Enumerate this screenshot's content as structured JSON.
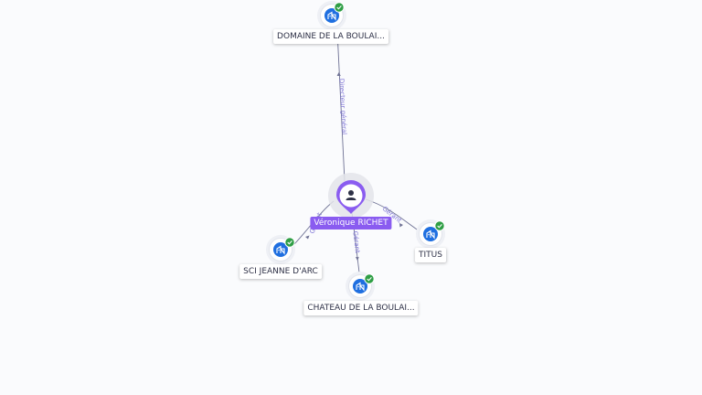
{
  "colors": {
    "edge": "#6e7194",
    "edge_label": "#7d73d6",
    "company_icon": "#1f6fe0",
    "check_badge": "#2e9e45",
    "person_accent": "#8a5cf0",
    "node_bg": "#ffffff"
  },
  "icons": {
    "company": "building-icon",
    "verified": "check-badge-icon",
    "person": "person-icon",
    "arrow": "arrowhead-icon"
  },
  "person": {
    "name": "Véronique RICHET"
  },
  "companies": [
    {
      "id": "domaine",
      "label": "DOMAINE DE LA BOULAI..."
    },
    {
      "id": "sci",
      "label": "SCI JEANNE D'ARC"
    },
    {
      "id": "chateau",
      "label": "CHATEAU DE LA BOULAI..."
    },
    {
      "id": "titus",
      "label": "TITUS"
    }
  ],
  "edges": [
    {
      "to": "domaine",
      "label": "Directeur général"
    },
    {
      "to": "sci",
      "label": "Gérant"
    },
    {
      "to": "chateau",
      "label": "Gérant"
    },
    {
      "to": "titus",
      "label": "Gérant"
    }
  ]
}
